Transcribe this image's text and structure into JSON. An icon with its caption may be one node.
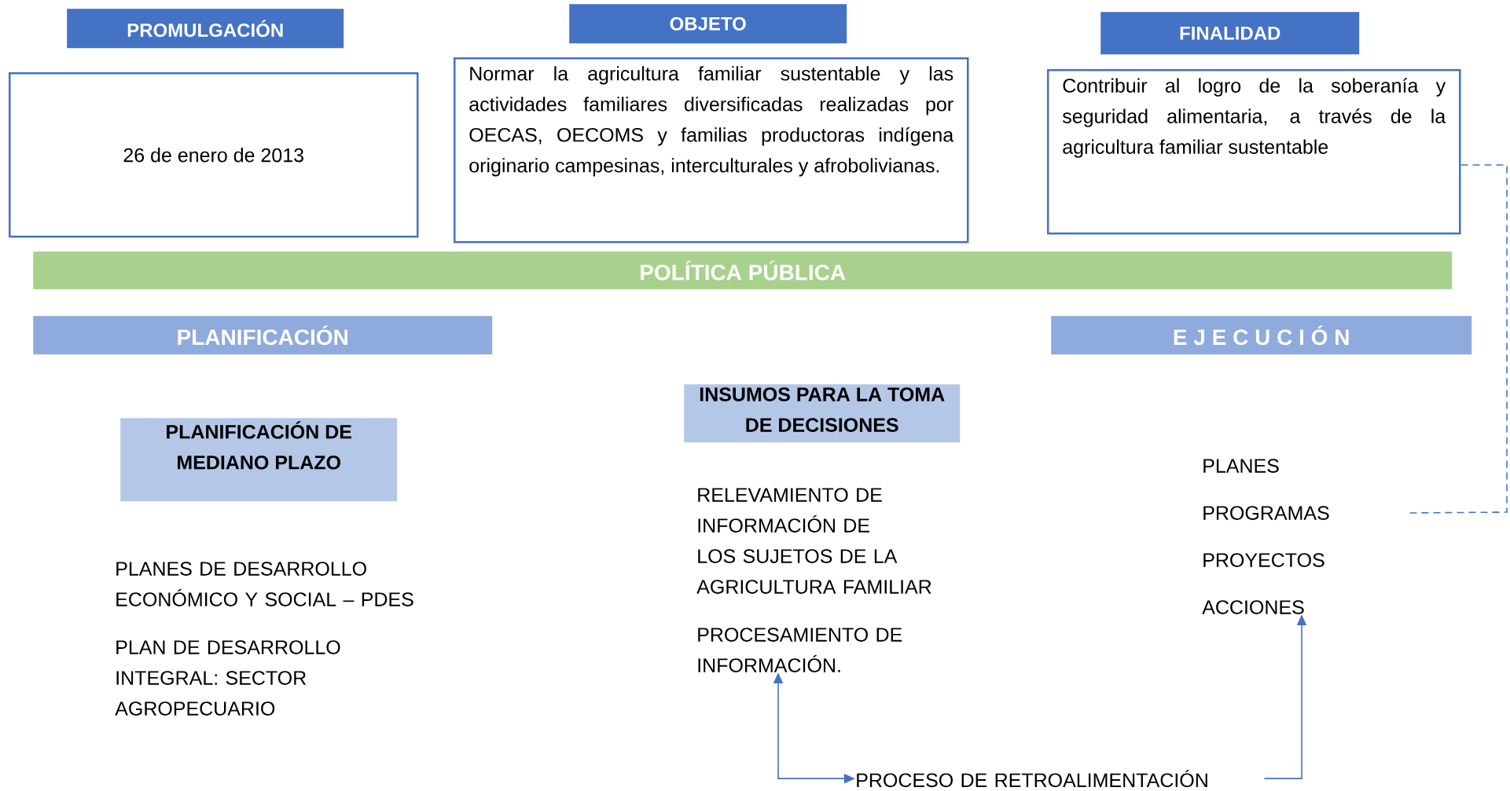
{
  "diagram": {
    "nodes": [
      {
        "text": [
          "PROMULGACIÓN"
        ]
      },
      {
        "text": [
          "26 de enero de 2013"
        ]
      },
      {
        "text": [
          "OBJETO"
        ]
      },
      {
        "text": [
          "Normar la agricultura familiar sustentable y las actividades familiares diversificadas realizadas por OECAS, OECOMS y familias productoras indígena originario campesinas, interculturales y afrobolivianas."
        ]
      },
      {
        "text": [
          "FINALIDAD"
        ]
      },
      {
        "text": [
          "Contribuir al logro de la soberanía y seguridad alimentaria, a través de la agricultura familiar sustentable"
        ]
      },
      {
        "text": [
          "POLÍTICA PÚBLICA"
        ]
      },
      {
        "text": [
          "PLANIFICACIÓN"
        ]
      },
      {
        "text": [
          "E J E C U C I Ó N"
        ]
      },
      {
        "text": [
          "PLANIFICACIÓN DE MEDIANO PLAZO"
        ]
      },
      {
        "text": [
          "INSUMOS PARA LA TOMA DE DECISIONES"
        ]
      },
      {
        "text": [
          "RELEVAMIENTO DE INFORMACIÓN DE LOS SUJETOS DE LA AGRICULTURA FAMILIAR"
        ]
      },
      {
        "text": [
          "PROCESAMIENTO DE INFORMACIÓN."
        ]
      },
      {
        "text": [
          "PLANES"
        ]
      },
      {
        "text": [
          "PROGRAMAS"
        ]
      },
      {
        "text": [
          "PROYECTOS"
        ]
      },
      {
        "text": [
          "ACCIONES"
        ]
      },
      {
        "text": [
          "PROCESO DE RETROALIMENTACIÓN"
        ]
      }
    ],
    "edges": [
      {
        "from": 5,
        "to": 14,
        "arrow": "none",
        "style": "dashed"
      },
      {
        "from": 12,
        "to": 17,
        "arrow": "both"
      },
      {
        "from": 17,
        "to": 16,
        "arrow": "to"
      }
    ],
    "labels": [
      "PLANES DE DESARROLLO ECONÓMICO Y SOCIAL – PDES",
      "PLAN DE DESARROLLO INTEGRAL: SECTOR AGROPECUARIO"
    ]
  }
}
